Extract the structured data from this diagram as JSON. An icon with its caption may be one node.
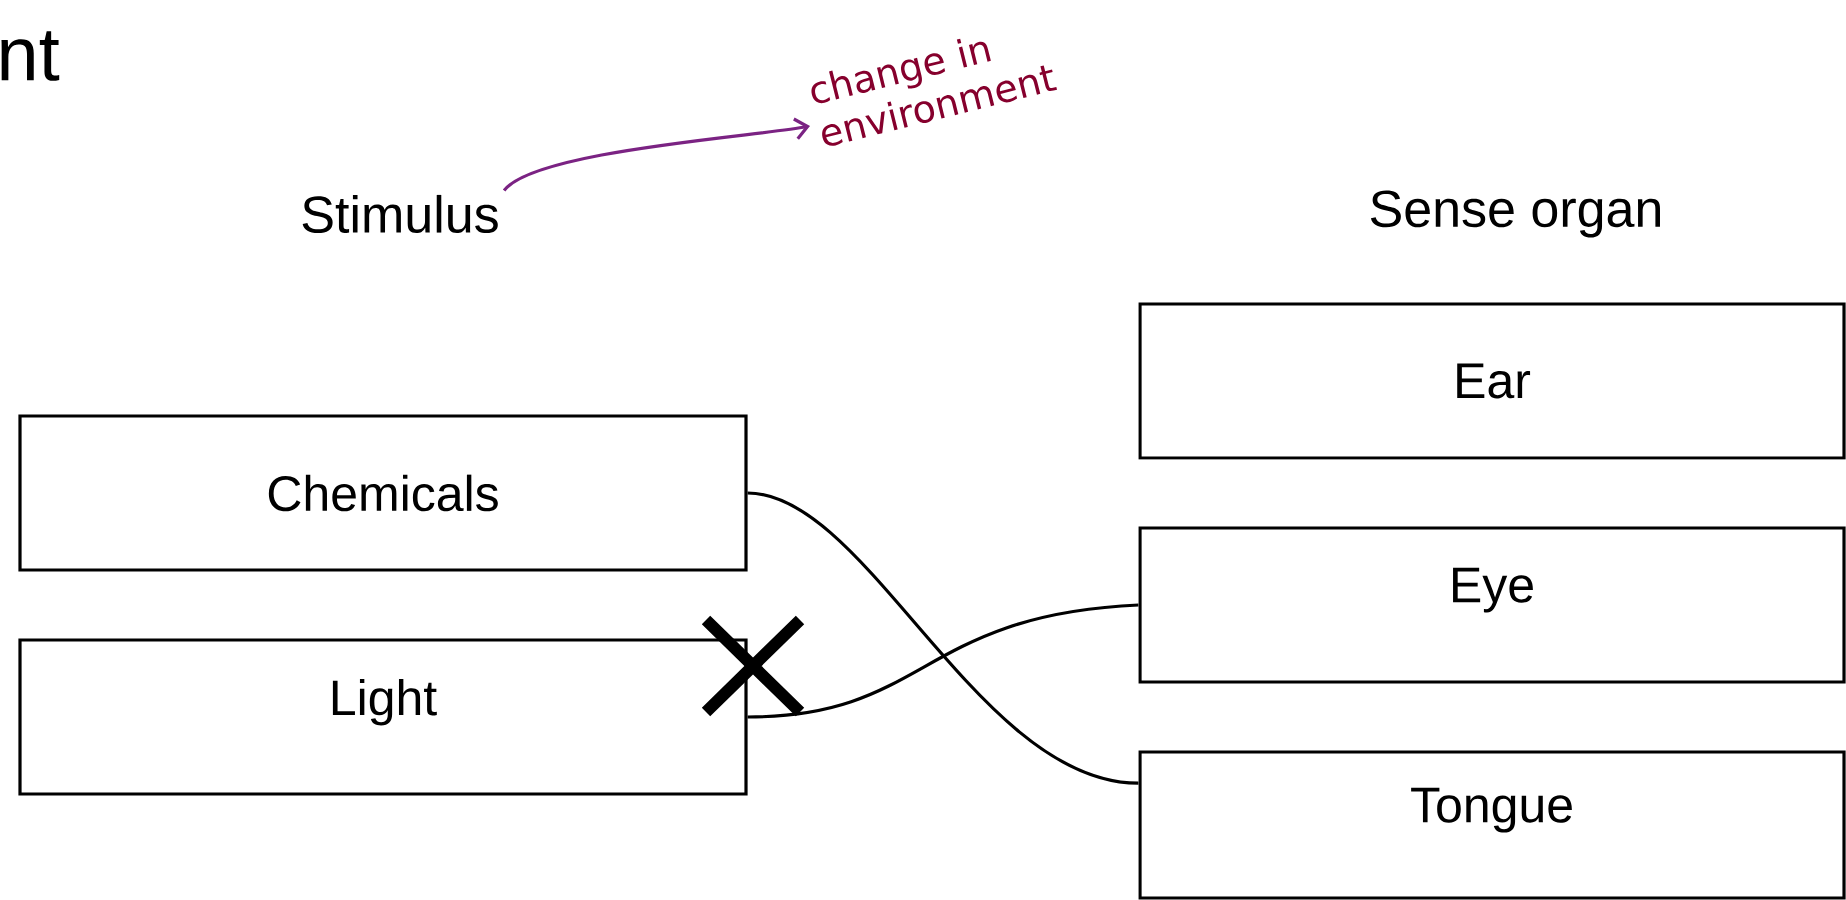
{
  "diagram": {
    "title": "nt",
    "nodes": [
      {
        "text": [
          "Stimulus"
        ]
      },
      {
        "text": [
          "change in environment"
        ]
      },
      {
        "text": [
          "Chemicals"
        ]
      },
      {
        "text": [
          "Light"
        ]
      },
      {
        "text": [
          "Ear"
        ]
      },
      {
        "text": [
          "Eye"
        ]
      },
      {
        "text": [
          "Tongue"
        ]
      }
    ],
    "edges": [
      {
        "from": 0,
        "to": 1,
        "arrow": "to",
        "color": "#7b2383"
      },
      {
        "from": 2,
        "to": 6,
        "arrow": "none"
      },
      {
        "from": 3,
        "to": 5,
        "arrow": "none"
      }
    ],
    "labels": [
      "Sense organ"
    ]
  }
}
